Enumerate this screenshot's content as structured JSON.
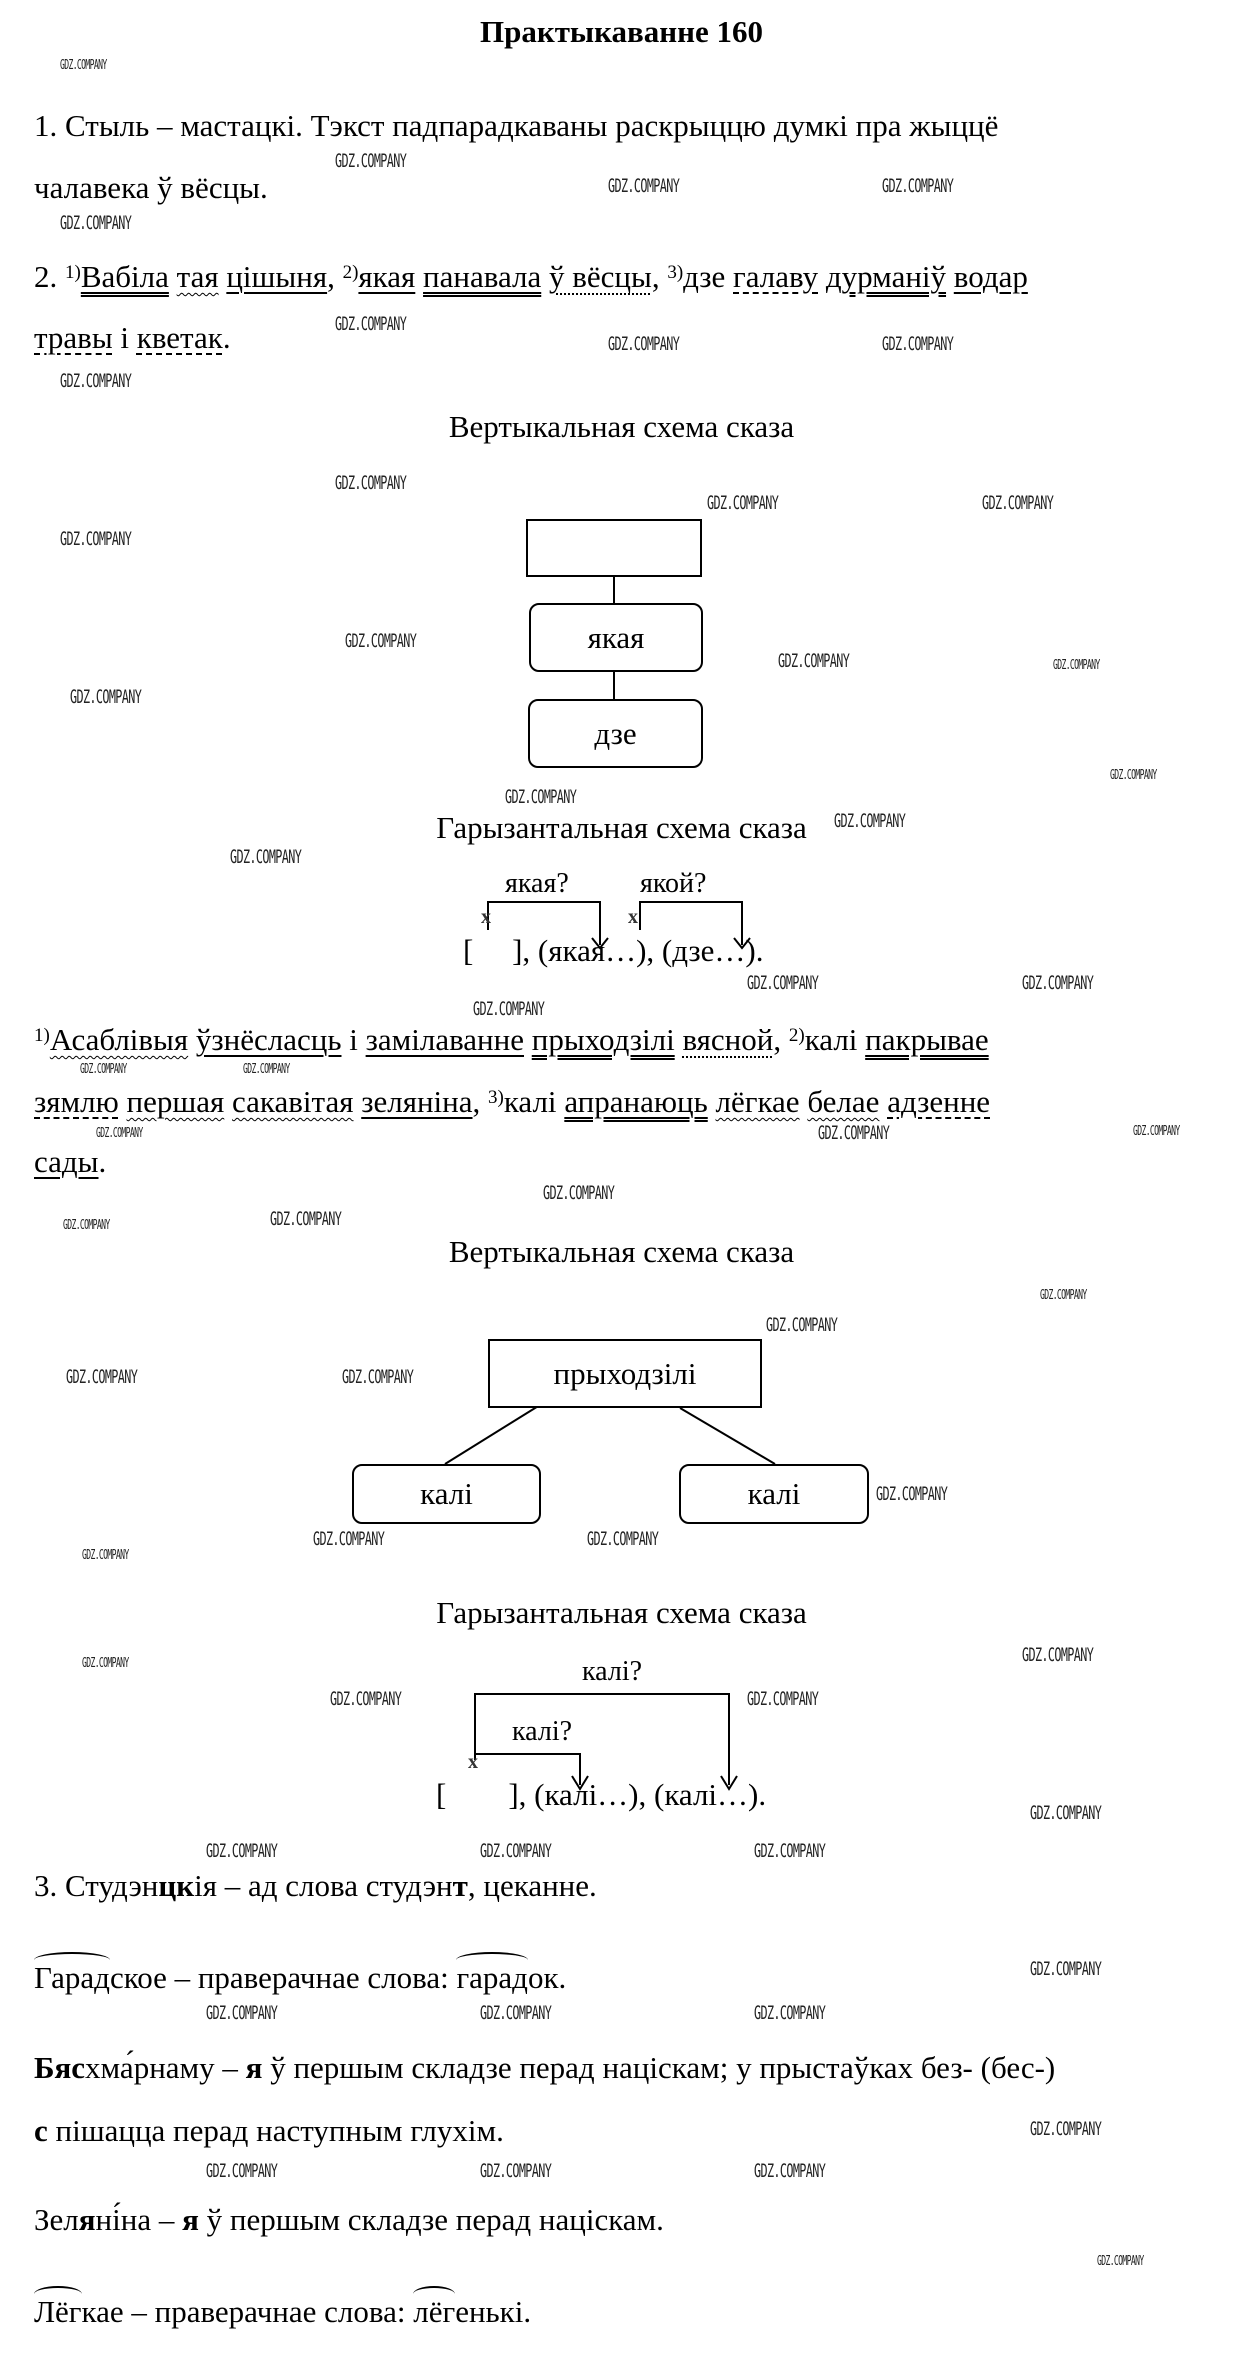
{
  "title": "Практыкаванне 160",
  "watermark": "GDZ.COMPANY",
  "task1": {
    "line1": "1. Стыль – мастацкі. Тэкст падпарадкаваны раскрыццю думкі пра жыццё",
    "line2": "чалавека ў вёсцы."
  },
  "task2": {
    "sentence1": [
      [
        {
          "t": "2. "
        },
        {
          "t": "1)",
          "sup": true
        },
        {
          "t": "Вабіла",
          "u": "double"
        },
        {
          "t": " "
        },
        {
          "t": "тая",
          "u": "wavy"
        },
        {
          "t": " "
        },
        {
          "t": "цішыня",
          "u": "single"
        },
        {
          "t": ", "
        },
        {
          "t": "2)",
          "sup": true
        },
        {
          "t": "якая",
          "u": "single"
        },
        {
          "t": " "
        },
        {
          "t": "панавала",
          "u": "double"
        },
        {
          "t": " "
        },
        {
          "t": "ў вёсцы",
          "u": "dashdot"
        },
        {
          "t": ", "
        },
        {
          "t": "3)",
          "sup": true
        },
        {
          "t": "дзе "
        },
        {
          "t": "галаву",
          "u": "dashed"
        },
        {
          "t": " "
        },
        {
          "t": "дурманіў",
          "u": "double"
        },
        {
          "t": " "
        },
        {
          "t": "водар",
          "u": "single"
        }
      ],
      [
        {
          "t": "травы",
          "u": "dashed"
        },
        {
          "t": " і "
        },
        {
          "t": "кветак",
          "u": "dashed"
        },
        {
          "t": "."
        }
      ]
    ],
    "scheme1": {
      "vertical_title": "Вертыкальная схема сказа",
      "vertical_boxes": [
        "",
        "якая",
        "дзе"
      ],
      "horizontal_title": "Гарызантальная схема сказа",
      "q1": "якая?",
      "q2": "якой?",
      "x": "x",
      "formula": "[     ], (якая…), (дзе…)."
    },
    "sentence2": [
      [
        {
          "t": "1)",
          "sup": true
        },
        {
          "t": "Асаблівыя",
          "u": "wavy"
        },
        {
          "t": " "
        },
        {
          "t": "ўзнёсласць",
          "u": "single"
        },
        {
          "t": " і "
        },
        {
          "t": "замілаванне",
          "u": "single"
        },
        {
          "t": " "
        },
        {
          "t": "прыходзілі",
          "u": "double"
        },
        {
          "t": " "
        },
        {
          "t": "вясной",
          "u": "dashdot"
        },
        {
          "t": ", "
        },
        {
          "t": "2)",
          "sup": true
        },
        {
          "t": "калі "
        },
        {
          "t": "пакрывае",
          "u": "double"
        }
      ],
      [
        {
          "t": "зямлю",
          "u": "dashed"
        },
        {
          "t": " "
        },
        {
          "t": "першая",
          "u": "wavy"
        },
        {
          "t": " "
        },
        {
          "t": "сакавітая",
          "u": "wavy"
        },
        {
          "t": " "
        },
        {
          "t": "зеляніна",
          "u": "single"
        },
        {
          "t": ", "
        },
        {
          "t": "3)",
          "sup": true
        },
        {
          "t": "калі "
        },
        {
          "t": "апранаюць",
          "u": "double"
        },
        {
          "t": " "
        },
        {
          "t": "лёгкае",
          "u": "wavy"
        },
        {
          "t": " "
        },
        {
          "t": "белае",
          "u": "wavy"
        },
        {
          "t": " "
        },
        {
          "t": "адзенне",
          "u": "dashed"
        }
      ],
      [
        {
          "t": "сады",
          "u": "single"
        },
        {
          "t": "."
        }
      ]
    ],
    "scheme2": {
      "vertical_title": "Вертыкальная схема сказа",
      "top_box": "прыходзілі",
      "left_box": "калі",
      "right_box": "калі",
      "horizontal_title": "Гарызантальная схема сказа",
      "q_outer": "калі?",
      "q_inner": "калі?",
      "x": "x",
      "formula": "[        ], (калі…), (калі…)."
    }
  },
  "task3": [
    [
      {
        "t": "3. Студэн"
      },
      {
        "t": "цк",
        "b": true
      },
      {
        "t": "ія – ад слова студэн"
      },
      {
        "t": "т",
        "b": true
      },
      {
        "t": ", цеканне."
      }
    ],
    [
      {
        "t": "Гарад",
        "arc": true
      },
      {
        "t": "ское – праверачнае слова: "
      },
      {
        "t": "гарад",
        "arc": true
      },
      {
        "t": "ок."
      }
    ],
    [
      {
        "t": "Бяс",
        "b": true
      },
      {
        "t": "хма́рнаму – "
      },
      {
        "t": "я",
        "b": true
      },
      {
        "t": " ў першым складзе перад націскам; у прыстаўках "
      },
      {
        "t": "без- (бес-)"
      }
    ],
    [
      {
        "t": "с",
        "b": true
      },
      {
        "t": " пішацца перад наступным глухім."
      }
    ],
    [
      {
        "t": "Зел"
      },
      {
        "t": "я",
        "b": true
      },
      {
        "t": "ні́на – "
      },
      {
        "t": "я",
        "b": true
      },
      {
        "t": " ў першым складзе перад націскам."
      }
    ],
    [
      {
        "t": "Лёг",
        "arc": true
      },
      {
        "t": "кае – праверачнае слова: "
      },
      {
        "t": "лёг",
        "arc": true
      },
      {
        "t": "енькі."
      }
    ]
  ]
}
